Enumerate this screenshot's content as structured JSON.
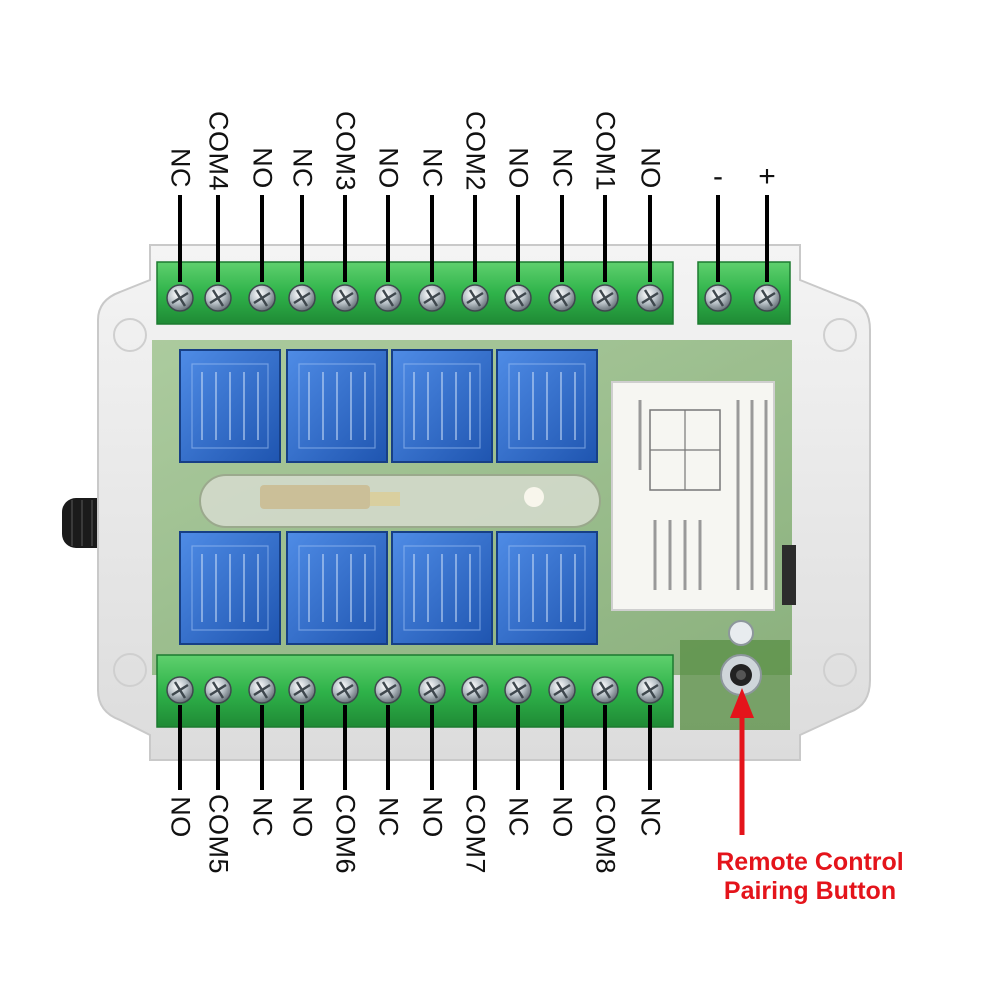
{
  "top_terminals": [
    "NC",
    "COM4",
    "NO",
    "NC",
    "COM3",
    "NO",
    "NC",
    "COM2",
    "NO",
    "NC",
    "COM1",
    "NO"
  ],
  "power_terminals": [
    "-",
    "+"
  ],
  "bottom_terminals": [
    "NO",
    "COM5",
    "NC",
    "NO",
    "COM6",
    "NC",
    "NO",
    "COM7",
    "NC",
    "NO",
    "COM8",
    "NC"
  ],
  "annotation": {
    "line1": "Remote Control",
    "line2": "Pairing Button"
  },
  "colors": {
    "terminal_green": "#2fb34a",
    "relay_blue": "#2f6fd0",
    "pcb_green": "#4f8a3a",
    "annotation_red": "#e4141b"
  }
}
